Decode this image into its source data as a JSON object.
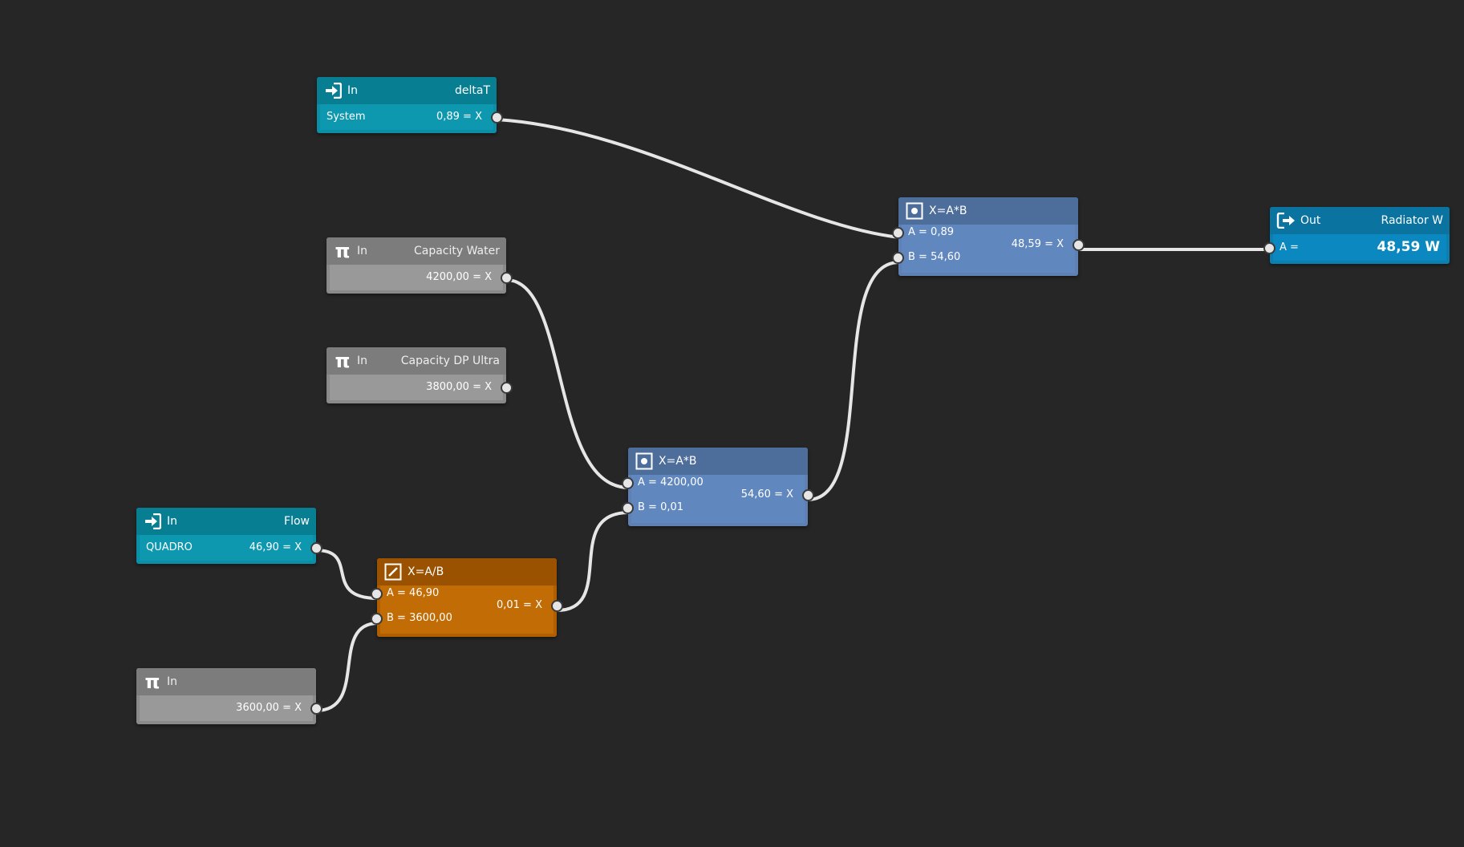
{
  "nodes": {
    "deltaT": {
      "type_label": "In",
      "name": "deltaT",
      "source": "System",
      "output": "0,89 = X"
    },
    "capacity_water": {
      "type_label": "In",
      "name": "Capacity Water",
      "output": "4200,00 = X"
    },
    "capacity_dp": {
      "type_label": "In",
      "name": "Capacity DP Ultra",
      "output": "3800,00 = X"
    },
    "flow": {
      "type_label": "In",
      "name": "Flow",
      "source": "QUADRO",
      "output": "46,90 = X"
    },
    "const_3600": {
      "type_label": "In",
      "output": "3600,00 = X"
    },
    "divide": {
      "formula": "X=A/B",
      "a": "A = 46,90",
      "b": "B = 3600,00",
      "output": "0,01 = X"
    },
    "mult1": {
      "formula": "X=A*B",
      "a": "A = 4200,00",
      "b": "B = 0,01",
      "output": "54,60 = X"
    },
    "mult2": {
      "formula": "X=A*B",
      "a": "A = 0,89",
      "b": "B = 54,60",
      "output": "48,59 = X"
    },
    "out": {
      "type_label": "Out",
      "name": "Radiator W",
      "a": "A =",
      "value": "48,59 W"
    }
  },
  "icons": {
    "input": "sign-in-icon",
    "constant": "pi-icon",
    "multiply": "dot-square-icon",
    "divide": "slash-square-icon",
    "output": "sign-out-icon"
  },
  "colors": {
    "background": "#262626",
    "input_node": "#0d98b0",
    "constant_node": "#999999",
    "multiply_node": "#6187bf",
    "divide_node": "#c26c05",
    "output_node": "#0c88c0",
    "wire": "#e6e6e6"
  }
}
